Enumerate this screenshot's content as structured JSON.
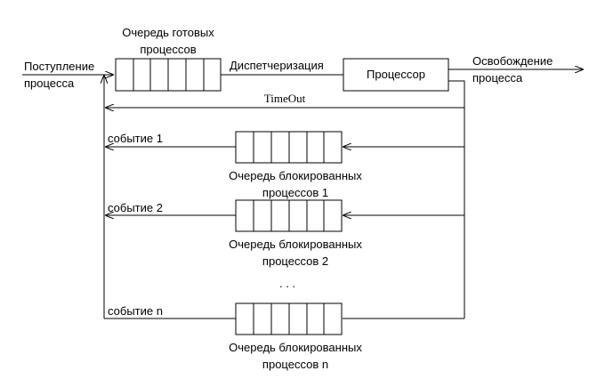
{
  "ready_queue": {
    "label_line1": "Очередь готовых",
    "label_line2": "процессов"
  },
  "arrival": {
    "label_line1": "Поступление",
    "label_line2": "процесса"
  },
  "dispatch_label": "Диспетчеризация",
  "processor_label": "Процессор",
  "release": {
    "label_line1": "Освобождение",
    "label_line2": "процесса"
  },
  "timeout_label": "TimeOut",
  "blocked_queues": [
    {
      "event_label": "событие 1",
      "label_line1": "Очередь блокированных",
      "label_line2": "процессов 1"
    },
    {
      "event_label": "событие 2",
      "label_line1": "Очередь блокированных",
      "label_line2": "процессов 2"
    },
    {
      "event_label": "событие  n",
      "label_line1": "Очередь блокированных",
      "label_line2": "процессов  n"
    }
  ],
  "ellipsis": ". . ."
}
